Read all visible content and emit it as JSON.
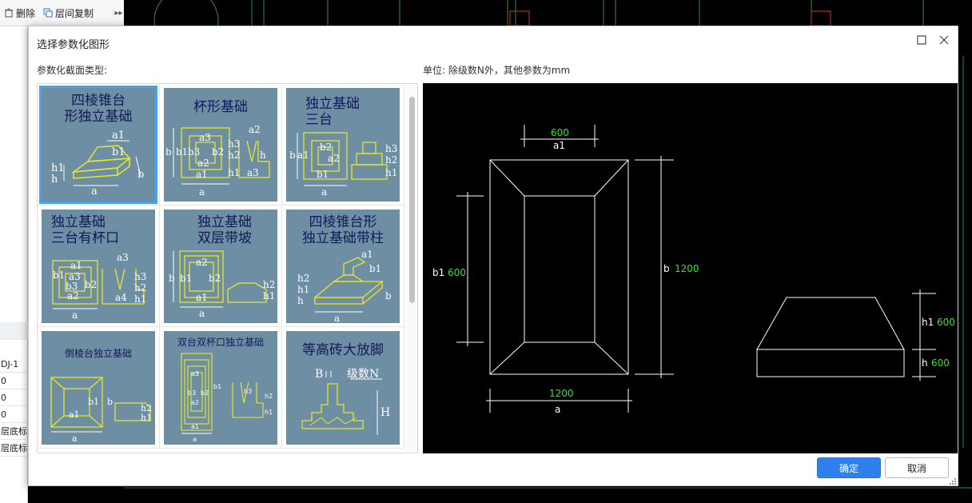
{
  "toolbar": {
    "delete_label": "删除",
    "copy_floor_label": "层间复制",
    "more": "▸▸"
  },
  "left_panel": {
    "rows": [
      "DJ-1",
      "0",
      "0",
      "0",
      "层底标",
      "层底标"
    ]
  },
  "dialog": {
    "title": "选择参数化图形",
    "section_label": "参数化截面类型:",
    "unit_label": "单位:   除级数N外，其他参数为mm",
    "ok_label": "确定",
    "cancel_label": "取消"
  },
  "shapes": [
    {
      "title_lines": [
        "四棱锥台",
        "形独立基础"
      ],
      "selected": true
    },
    {
      "title_lines": [
        "杯形基础"
      ],
      "selected": false
    },
    {
      "title_lines": [
        "独立基础",
        "三台"
      ],
      "selected": false
    },
    {
      "title_lines": [
        "独立基础",
        "三台有杯口"
      ],
      "selected": false
    },
    {
      "title_lines": [
        "独立基础",
        "双层带坡"
      ],
      "selected": false
    },
    {
      "title_lines": [
        "四棱锥台形",
        "独立基础带柱"
      ],
      "selected": false
    },
    {
      "title_lines": [
        "倒棱台独立基础"
      ],
      "selected": false
    },
    {
      "title_lines": [
        "双台双杯口独立基础"
      ],
      "selected": false
    },
    {
      "title_lines": [
        "等高砖大放脚"
      ],
      "selected": false
    }
  ],
  "thumb_labels": {
    "t0": [
      "a1",
      "b1",
      "h1",
      "h",
      "a",
      "b"
    ],
    "t1": [
      "a2",
      "a3",
      "b2",
      "b",
      "b1",
      "b3",
      "a2",
      "a1",
      "a",
      "h3",
      "h2",
      "h1",
      "h",
      "a3"
    ],
    "t2": [
      "b2",
      "a2",
      "a1",
      "b1",
      "b",
      "h3",
      "h2",
      "h1",
      "a"
    ],
    "t3": [
      "a1",
      "a3",
      "b1",
      "a3",
      "b3",
      "b2",
      "a2",
      "h3",
      "h2",
      "h1",
      "a4",
      "a"
    ],
    "t4": [
      "a2",
      "b2",
      "b",
      "b1",
      "a1",
      "a",
      "h2",
      "h1"
    ],
    "t5": [
      "a1",
      "b1",
      "h2",
      "h1",
      "h",
      "a",
      "b"
    ],
    "t6": [
      "b1",
      "a1",
      "b",
      "h2",
      "h1",
      "a"
    ],
    "t7": [
      "a3",
      "b3",
      "b2",
      "a2",
      "b1",
      "a1",
      "h3",
      "h2",
      "h1",
      "a"
    ],
    "t8": [
      "B",
      "级数N",
      "H"
    ]
  },
  "preview": {
    "a1_value": "600",
    "a1_label": "a1",
    "b1_label": "b1",
    "b1_value": "600",
    "b_label": "b",
    "b_value": "1200",
    "a_value": "1200",
    "a_label": "a",
    "h1_label": "h1",
    "h1_value": "600",
    "h_label": "h",
    "h_value": "600"
  },
  "colors": {
    "accent": "#2f80ed",
    "thumb_bg": "#6e8ea3",
    "cad_green": "#2ee62e",
    "cad_yellow": "#e8e82a",
    "selection": "#4aa3f0"
  }
}
